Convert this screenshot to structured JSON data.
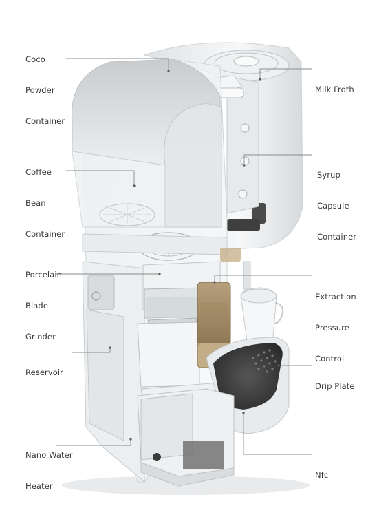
{
  "labels": {
    "coco_powder_container": [
      "Coco",
      "Powder",
      "Container"
    ],
    "coffee_bean_container": [
      "Coffee",
      "Bean",
      "Container"
    ],
    "porcelain_blade_grinder": [
      "Porcelain",
      "Blade",
      "Grinder"
    ],
    "reservoir": [
      "Reservoir"
    ],
    "nano_water_heater": [
      "Nano Water",
      "Heater"
    ],
    "milk_froth": [
      "Milk Froth"
    ],
    "syrup_capsule_container": [
      "Syrup",
      "Capsule",
      "Container"
    ],
    "extraction_pressure_control": [
      "Extraction",
      "Pressure",
      "Control"
    ],
    "drip_plate": [
      "Drip Plate"
    ],
    "nfc": [
      "Nfc"
    ]
  },
  "colors": {
    "label_text": "#3a3a3a",
    "leader_line": "#8a8a8a",
    "shell": "#eef0f1",
    "coffee_grounds": "#a48d6a",
    "drip_tray": "#3b3b3b"
  }
}
